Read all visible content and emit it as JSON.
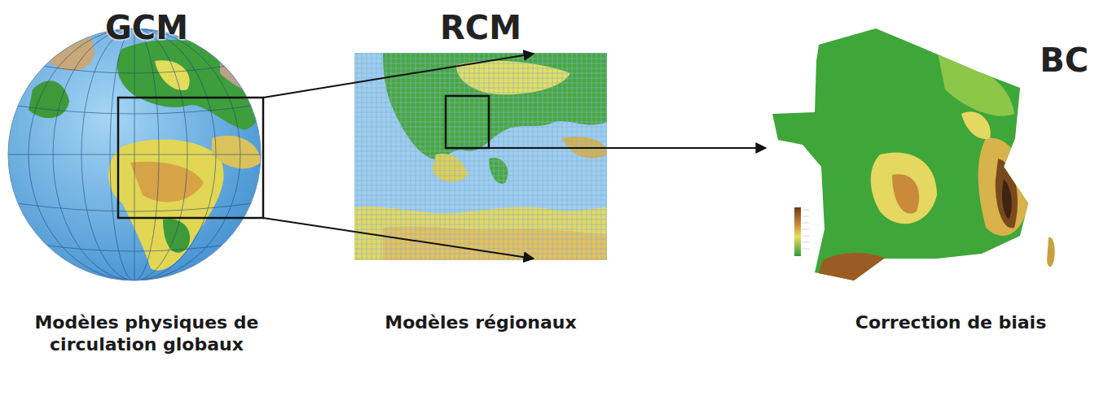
{
  "diagram": {
    "nodes": [
      {
        "text": [
          "GCM",
          "Modèles physiques de circulation globaux"
        ]
      },
      {
        "text": [
          "RCM",
          "Modèles régionaux"
        ]
      },
      {
        "text": [
          "BC",
          "Correction de biais"
        ]
      }
    ],
    "edges": [
      {
        "from": 0,
        "to": 1,
        "arrow": "to"
      },
      {
        "from": 0,
        "to": 1,
        "arrow": "to"
      },
      {
        "from": 1,
        "to": 2,
        "arrow": "to"
      }
    ]
  }
}
